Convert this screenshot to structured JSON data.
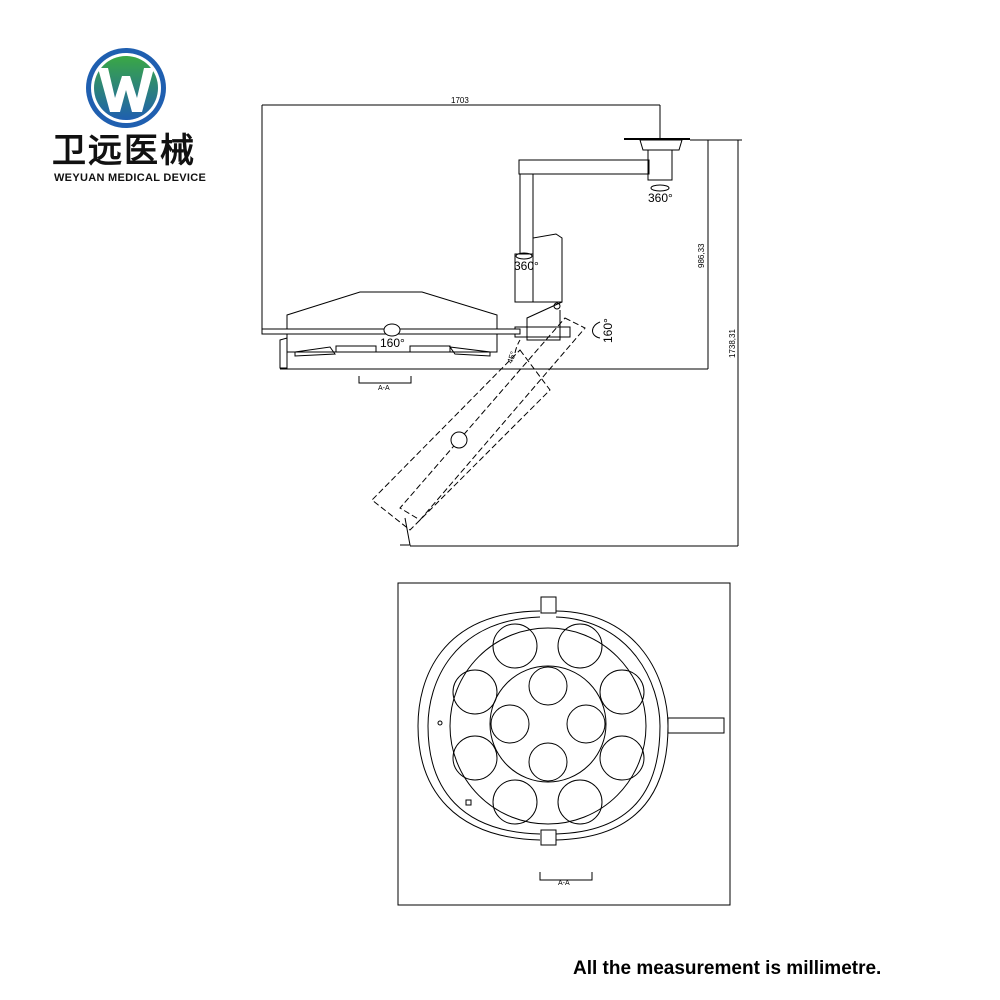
{
  "logo": {
    "name_cn": "卫远医械",
    "name_en": "WEYUAN MEDICAL DEVICE",
    "colors": {
      "blue": "#1f5fb0",
      "green": "#3aa844"
    }
  },
  "side_view": {
    "width_dimension": "1703",
    "height_dimension_arm": "986,33",
    "height_dimension_total": "1738,31",
    "rotation_ceiling": "360°",
    "rotation_arm": "360°",
    "rotation_head": "160°",
    "rotation_joint": "160°",
    "tilt_angle": "45°",
    "section_label": "A-A"
  },
  "bottom_view": {
    "section_label": "A-A"
  },
  "footer_note": "All the measurement is millimetre."
}
